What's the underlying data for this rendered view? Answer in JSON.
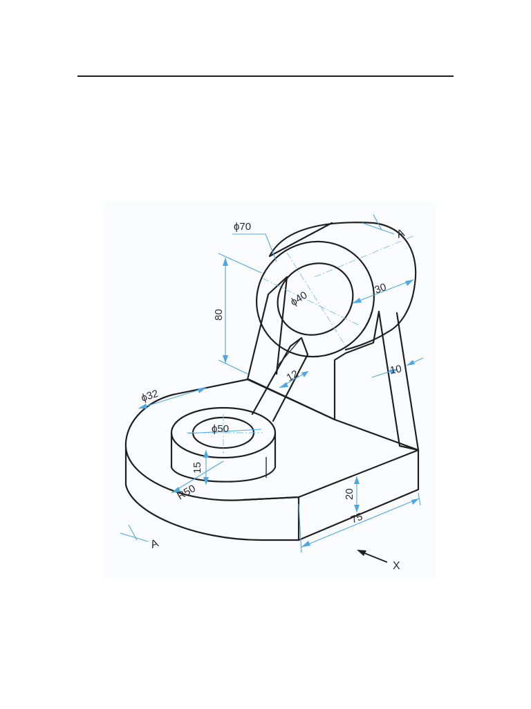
{
  "drawing": {
    "dimensions": {
      "outer_diameter_top": "ϕ70",
      "inner_diameter_top": "ϕ40",
      "height": "80",
      "top_boss_depth": "30",
      "rib_thickness": "12",
      "side_web_thickness": "10",
      "base_hole_diameter": "ϕ32",
      "base_boss_diameter": "ϕ50",
      "base_boss_height": "15",
      "base_radius": "R50",
      "base_thickness": "20",
      "base_length": "75"
    },
    "section_marks": {
      "top_right": "A",
      "bottom_left": "A"
    },
    "view_direction": "X"
  }
}
